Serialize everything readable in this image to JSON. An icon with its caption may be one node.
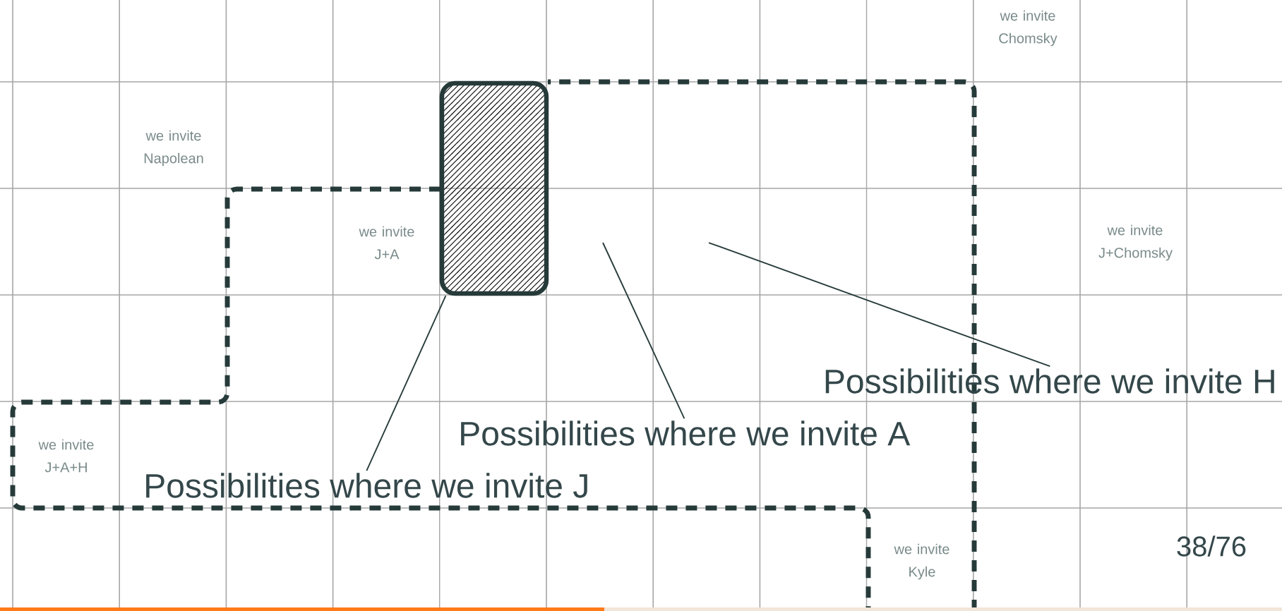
{
  "diagram": {
    "nodes": [
      {
        "text": [],
        "shape": "box"
      },
      {
        "text": [
          "Possibilities where we invite H"
        ]
      },
      {
        "text": [
          "Possibilities where we invite A"
        ]
      },
      {
        "text": [
          "Possibilities where we invite J"
        ]
      }
    ],
    "edges": [
      {
        "from": 1,
        "to": null,
        "arrow": "none"
      },
      {
        "from": 2,
        "to": null,
        "arrow": "none"
      },
      {
        "from": 3,
        "to": 0,
        "arrow": "none"
      }
    ],
    "labels": [
      "we invite Chomsky",
      "we invite Napolean",
      "we invite J+A",
      "we invite J+Chomsky",
      "we invite J+A+H",
      "we invite Kyle",
      "38/76"
    ]
  }
}
